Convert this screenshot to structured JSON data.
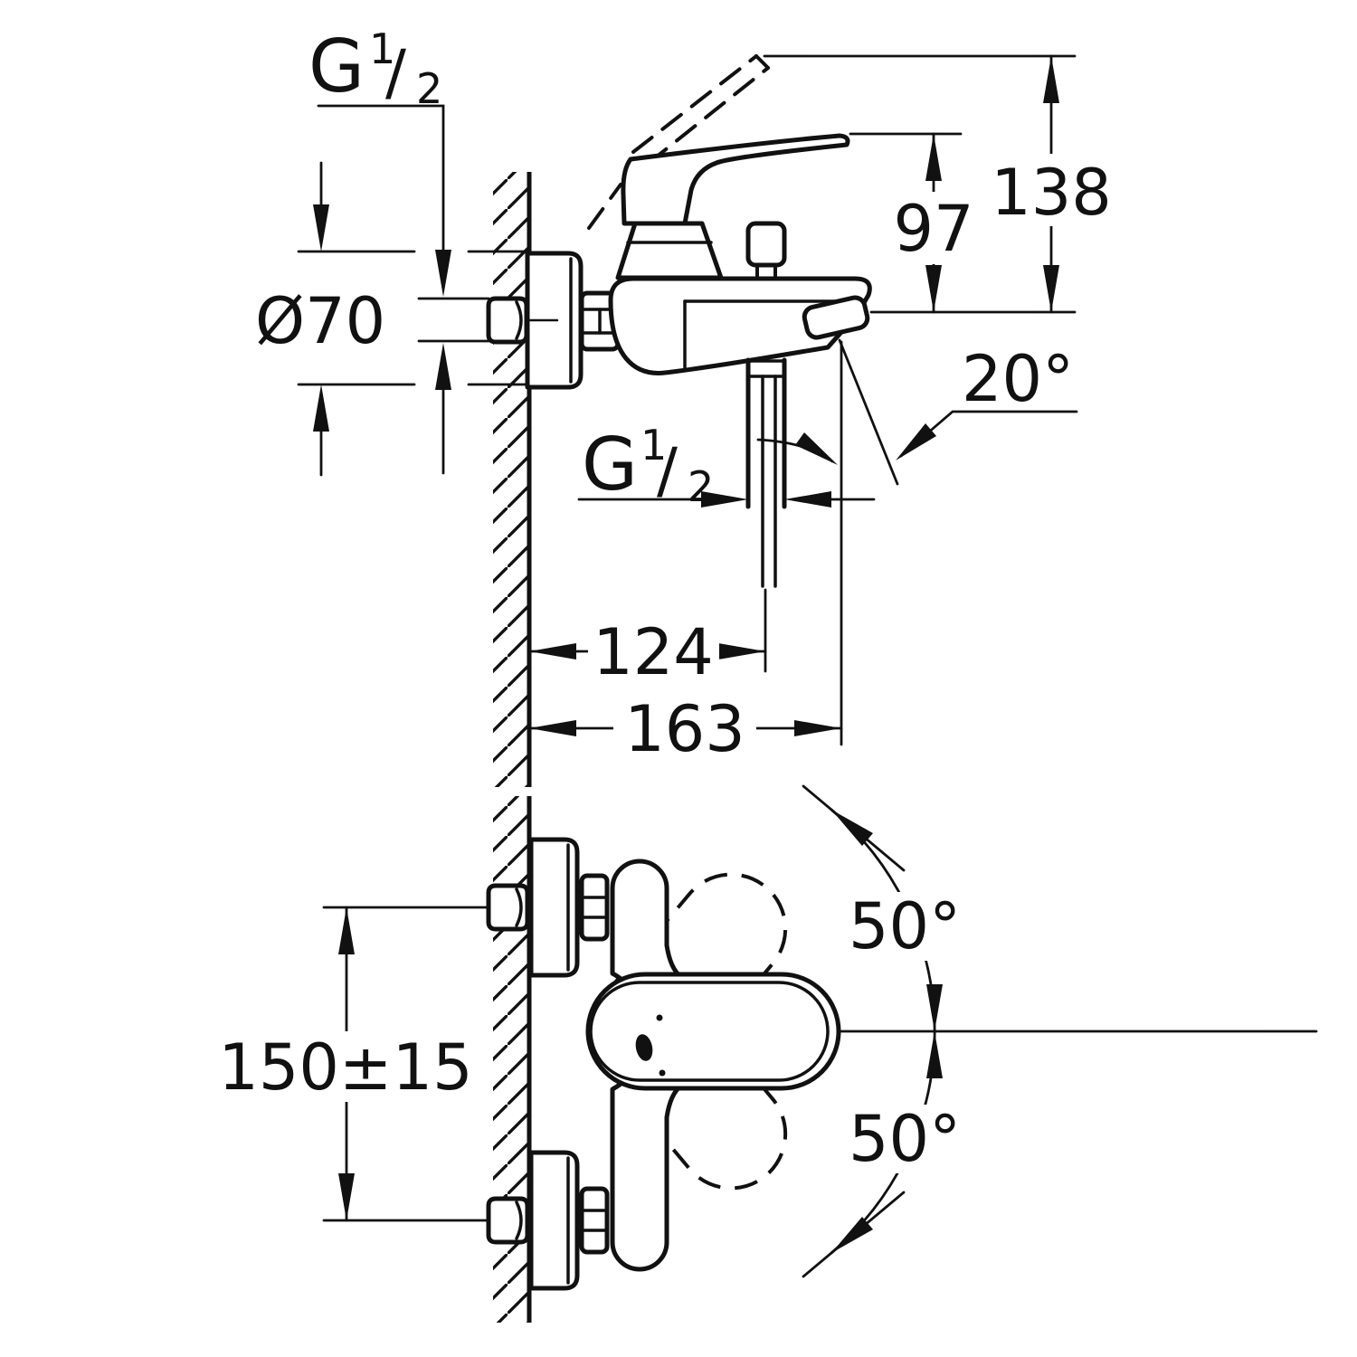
{
  "title": "Wall-mounted single-lever bath/shower mixer - dimensional drawing",
  "colors": {
    "ink": "#111111",
    "paper": "#ffffff"
  },
  "side_view": {
    "inlet_thread": {
      "g": "G",
      "numerator": "1",
      "slash": "/",
      "denominator": "2"
    },
    "escutcheon_diameter": "Ø70",
    "handle_height": "97",
    "handle_raised_height": "138",
    "spout_angle": "20°",
    "shower_outlet_thread": {
      "g": "G",
      "numerator": "1",
      "slash": "/",
      "denominator": "2"
    },
    "wall_to_shower_outlet": "124",
    "wall_to_spout_tip": "163"
  },
  "front_view": {
    "inlet_center_distance": "150±15",
    "handle_swing_upper": "50°",
    "handle_swing_lower": "50°"
  }
}
